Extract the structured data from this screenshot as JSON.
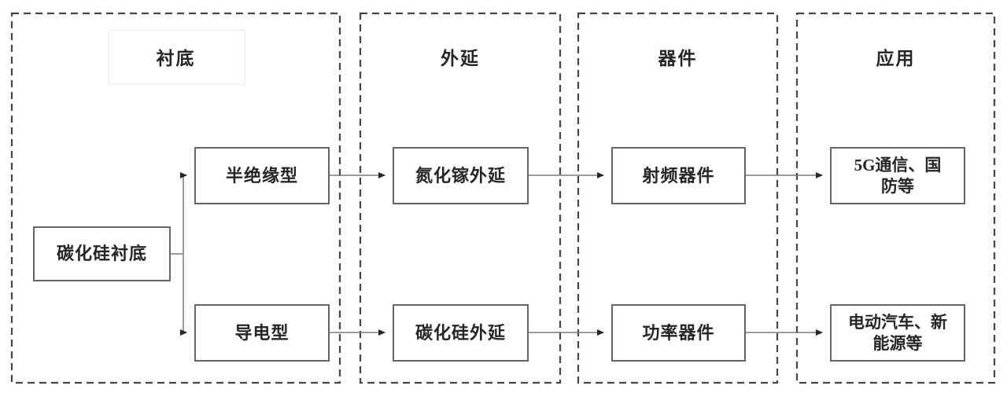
{
  "columns": [
    {
      "id": "substrate",
      "header": "衬底"
    },
    {
      "id": "epitaxy",
      "header": "外延"
    },
    {
      "id": "device",
      "header": "器件"
    },
    {
      "id": "application",
      "header": "应用"
    }
  ],
  "nodes": {
    "sic_substrate": {
      "label": "碳化硅衬底"
    },
    "semi_insulating": {
      "label": "半绝缘型"
    },
    "conductive": {
      "label": "导电型"
    },
    "gan_epitaxy": {
      "label": "氮化镓外延"
    },
    "sic_epitaxy": {
      "label": "碳化硅外延"
    },
    "rf_device": {
      "label": "射频器件"
    },
    "power_device": {
      "label": "功率器件"
    },
    "app_5g": {
      "label": "5G通信、国\n防等"
    },
    "app_ev": {
      "label": "电动汽车、新\n能源等"
    }
  },
  "edges": [
    {
      "from": "碳化硅衬底",
      "to": "半绝缘型"
    },
    {
      "from": "碳化硅衬底",
      "to": "导电型"
    },
    {
      "from": "半绝缘型",
      "to": "氮化镓外延"
    },
    {
      "from": "氮化镓外延",
      "to": "射频器件"
    },
    {
      "from": "射频器件",
      "to": "5G通信、国防等"
    },
    {
      "from": "导电型",
      "to": "碳化硅外延"
    },
    {
      "from": "碳化硅外延",
      "to": "功率器件"
    },
    {
      "from": "功率器件",
      "to": "电动汽车、新能源等"
    }
  ],
  "colors": {
    "background": "#ffffff",
    "container_border": "#454545",
    "box_border": "#666666",
    "connector": "#7a7a7a",
    "arrowhead": "#262626",
    "text": "#262626"
  }
}
